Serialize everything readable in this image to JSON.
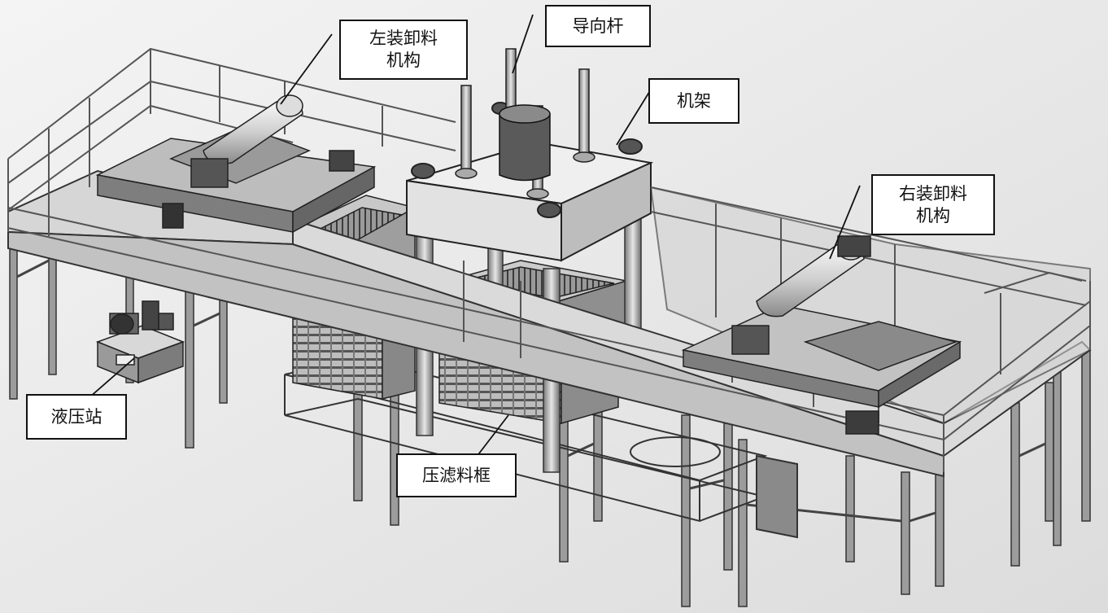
{
  "labels": {
    "left_loader": "左装卸料\n机构",
    "guide_rod": "导向杆",
    "frame": "机架",
    "right_loader": "右装卸料\n机构",
    "hydraulic_station": "液压站",
    "filter_frame": "压滤料框"
  }
}
